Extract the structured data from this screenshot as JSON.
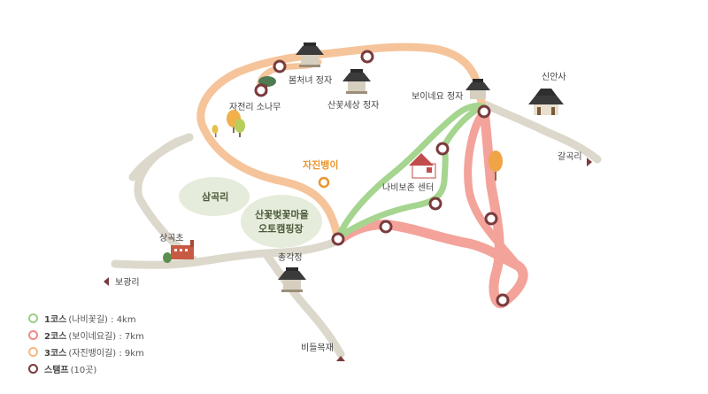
{
  "places": {
    "bomcheonyeo": "봄처녀 정자",
    "jajeonri_pine": "자전리 소나무",
    "sankkot_world": "산꽃세상 정자",
    "boine": "보이네요 정자",
    "sinansa": "신안사",
    "galgokri": "갈곡리",
    "jajinbaengi": "자진뱅이",
    "butterfly_center": "나비보존 센터",
    "samgokri": "삼곡리",
    "camping_line1": "산꽃벚꽃마을",
    "camping_line2": "오토캠핑장",
    "sanggokcho": "상곡초",
    "chonggakjeong": "총각정",
    "bogwangri": "보광리",
    "bideungmokjae": "비들목재"
  },
  "legend": [
    {
      "name": "1코스",
      "desc": "(나비꽃길) : 4km",
      "color": "#9ccf86"
    },
    {
      "name": "2코스",
      "desc": "(보이네요길) : 7km",
      "color": "#f08a82"
    },
    {
      "name": "3코스",
      "desc": "(자진뱅이길) : 9km",
      "color": "#f5b886"
    },
    {
      "name": "스탬프",
      "desc": "(10곳)",
      "color": "#7a3b3e"
    }
  ],
  "colors": {
    "course1": "#a5d58f",
    "course2": "#f3a39a",
    "course3": "#f6c49a",
    "road": "#d9d4c8",
    "stamp": "#7a3b3e",
    "area": "#e3ead7"
  }
}
